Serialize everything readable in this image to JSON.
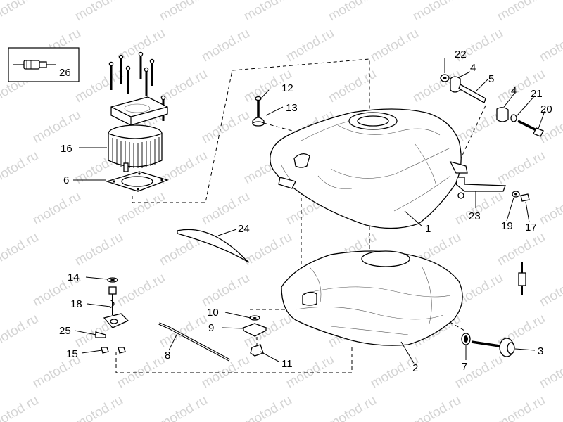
{
  "watermark": "motod.ru",
  "callouts": [
    {
      "id": "1",
      "text": "1"
    },
    {
      "id": "2",
      "text": "2"
    },
    {
      "id": "3",
      "text": "3"
    },
    {
      "id": "4a",
      "text": "4"
    },
    {
      "id": "4b",
      "text": "4"
    },
    {
      "id": "5",
      "text": "5"
    },
    {
      "id": "6",
      "text": "6"
    },
    {
      "id": "7",
      "text": "7"
    },
    {
      "id": "8",
      "text": "8"
    },
    {
      "id": "9",
      "text": "9"
    },
    {
      "id": "10",
      "text": "10"
    },
    {
      "id": "11",
      "text": "11"
    },
    {
      "id": "12",
      "text": "12"
    },
    {
      "id": "13",
      "text": "13"
    },
    {
      "id": "14",
      "text": "14"
    },
    {
      "id": "15",
      "text": "15"
    },
    {
      "id": "16",
      "text": "16"
    },
    {
      "id": "17",
      "text": "17"
    },
    {
      "id": "18",
      "text": "18"
    },
    {
      "id": "19",
      "text": "19"
    },
    {
      "id": "20",
      "text": "20"
    },
    {
      "id": "21",
      "text": "21"
    },
    {
      "id": "22",
      "text": "22"
    },
    {
      "id": "23",
      "text": "23"
    },
    {
      "id": "24",
      "text": "24"
    },
    {
      "id": "25",
      "text": "25"
    },
    {
      "id": "26",
      "text": "26"
    }
  ]
}
